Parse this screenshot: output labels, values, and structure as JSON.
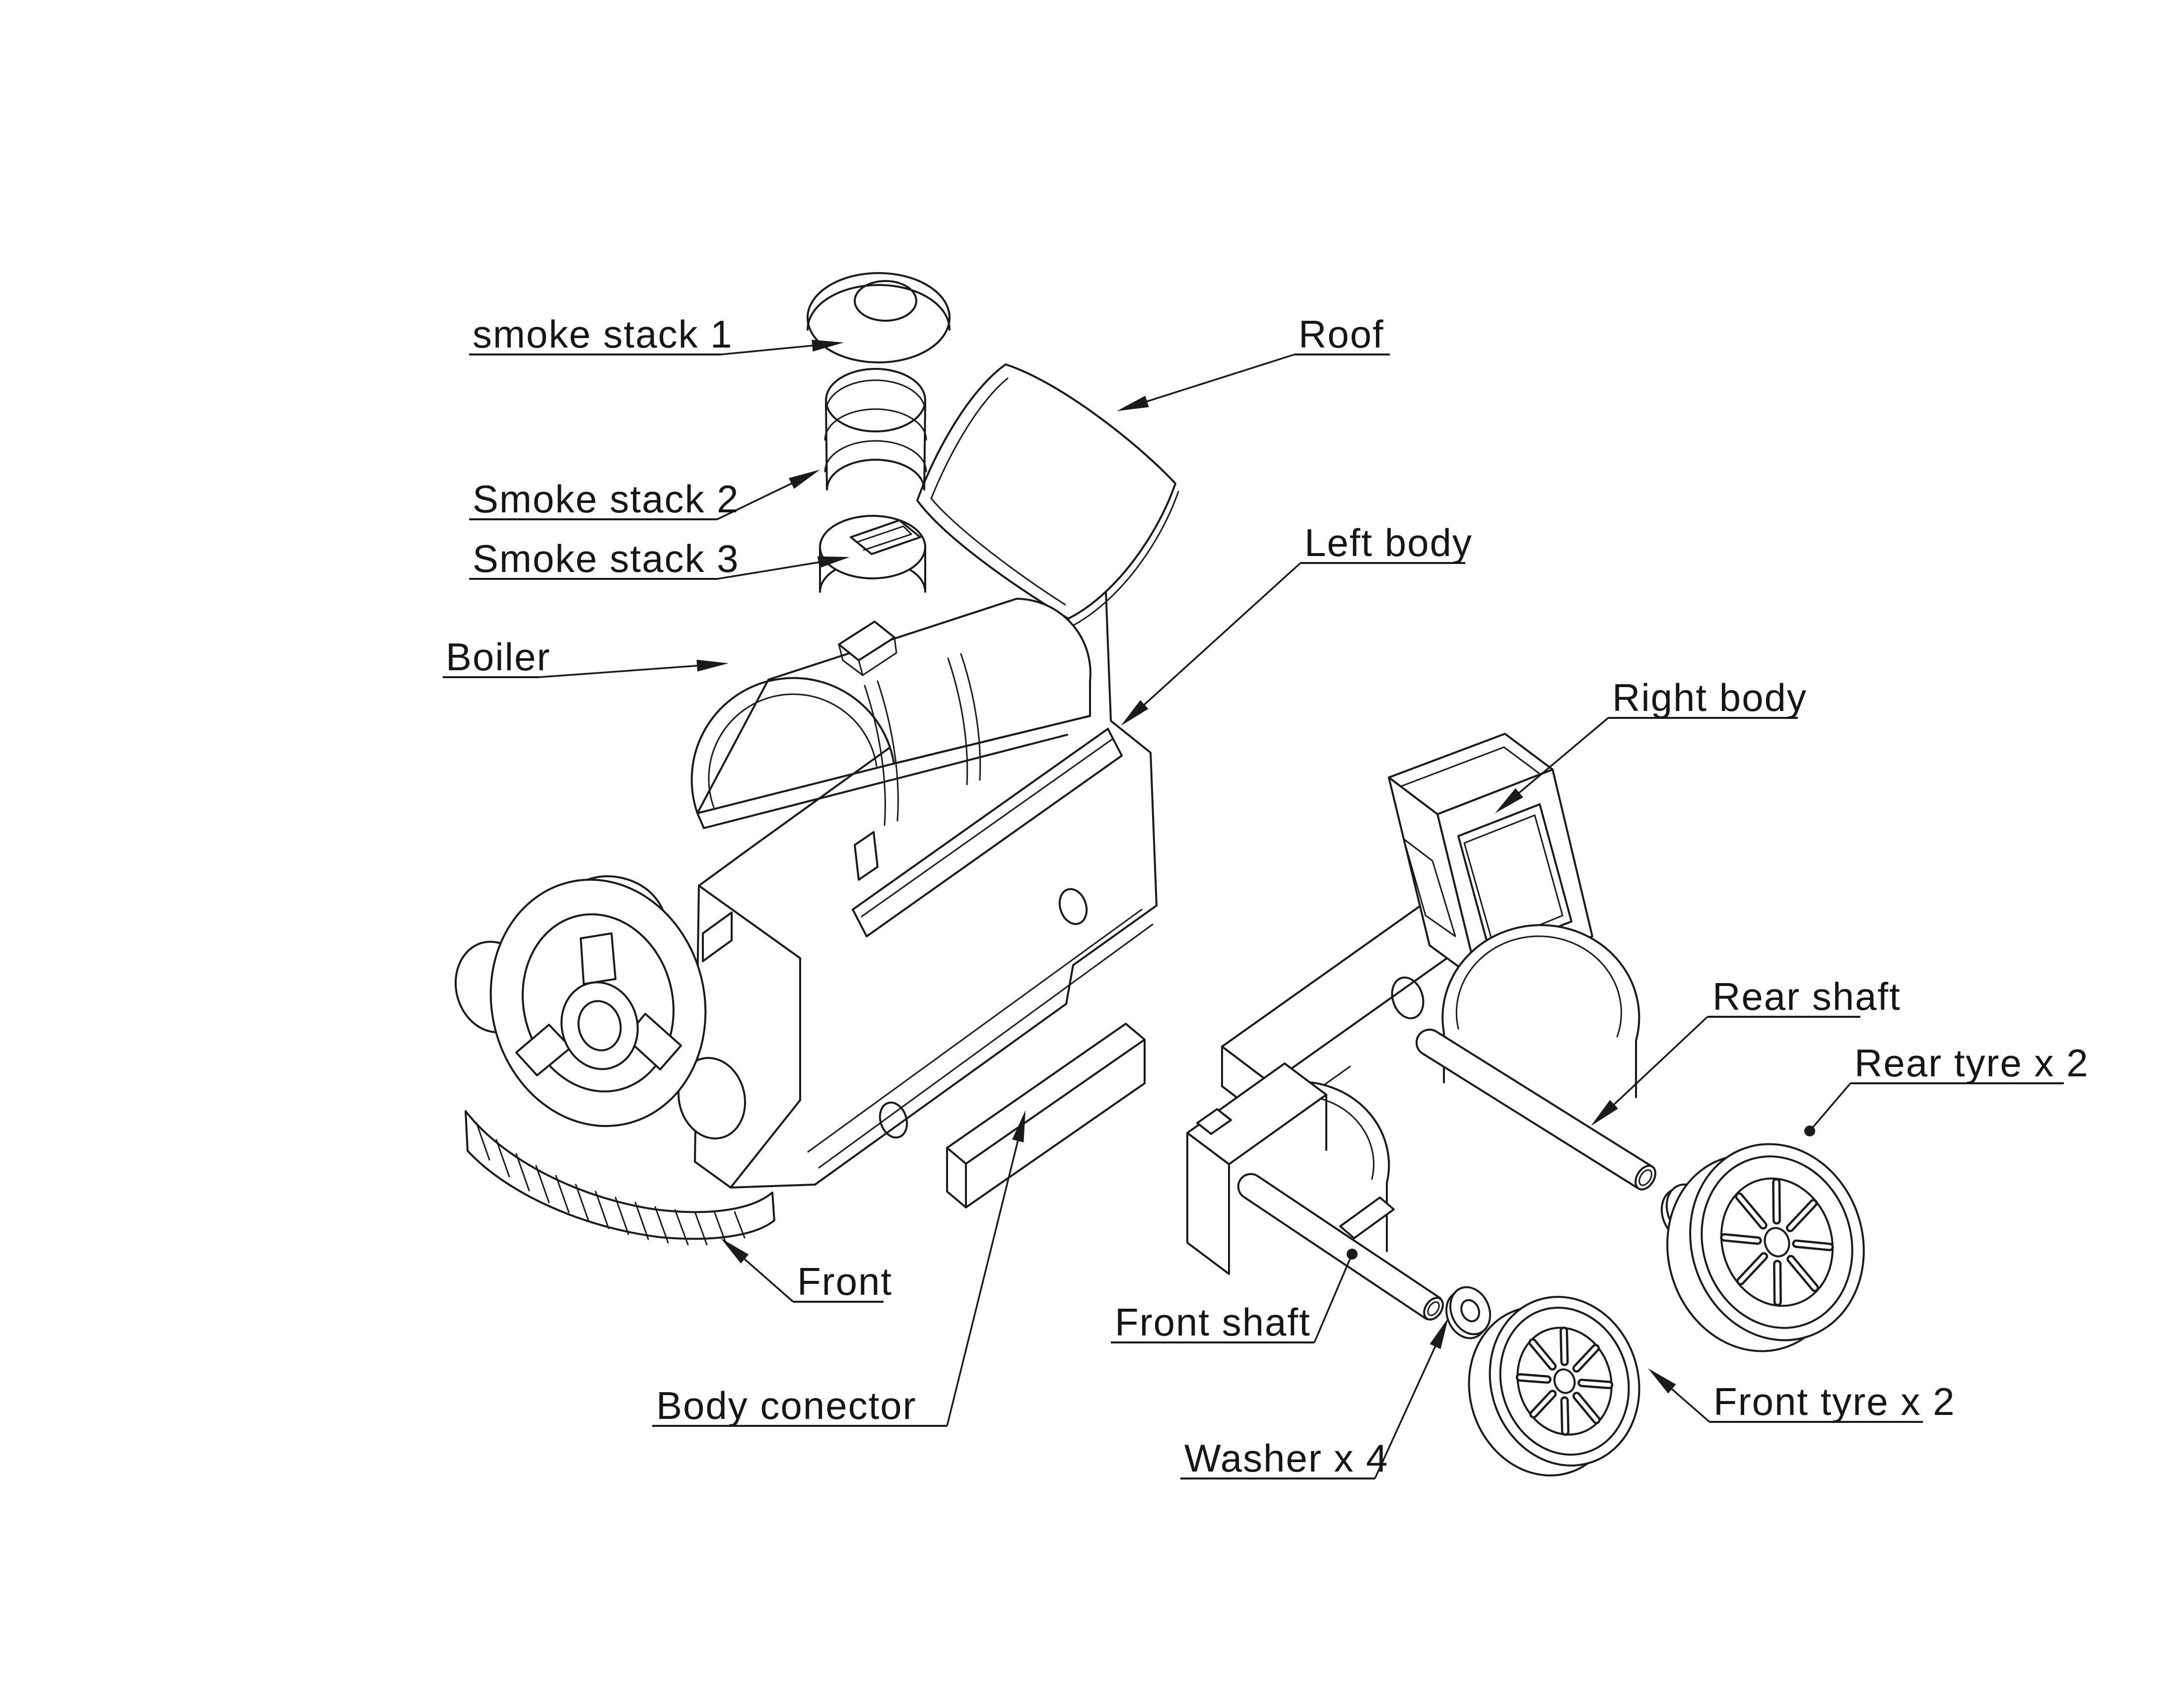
{
  "diagram": {
    "title": "Toy train exploded assembly diagram",
    "background_color": "#ffffff",
    "line_color": "#1a1a1a",
    "callouts": [
      {
        "id": "smoke-stack-1",
        "label": "smoke stack 1",
        "terminator": "arrow"
      },
      {
        "id": "roof",
        "label": "Roof",
        "terminator": "arrow"
      },
      {
        "id": "smoke-stack-2",
        "label": "Smoke stack 2",
        "terminator": "arrow"
      },
      {
        "id": "smoke-stack-3",
        "label": "Smoke stack 3",
        "terminator": "arrow"
      },
      {
        "id": "boiler",
        "label": "Boiler",
        "terminator": "arrow"
      },
      {
        "id": "left-body",
        "label": "Left body",
        "terminator": "arrow"
      },
      {
        "id": "right-body",
        "label": "Right body",
        "terminator": "arrow"
      },
      {
        "id": "rear-shaft",
        "label": "Rear shaft",
        "terminator": "arrow"
      },
      {
        "id": "rear-tyre",
        "label": "Rear tyre x 2",
        "terminator": "dot"
      },
      {
        "id": "front",
        "label": "Front",
        "terminator": "arrow"
      },
      {
        "id": "front-shaft",
        "label": "Front shaft",
        "terminator": "dot"
      },
      {
        "id": "body-conector",
        "label": "Body conector",
        "terminator": "arrow"
      },
      {
        "id": "washer",
        "label": "Washer x 4",
        "terminator": "arrow"
      },
      {
        "id": "front-tyre",
        "label": "Front tyre x 2",
        "terminator": "arrow"
      }
    ]
  }
}
